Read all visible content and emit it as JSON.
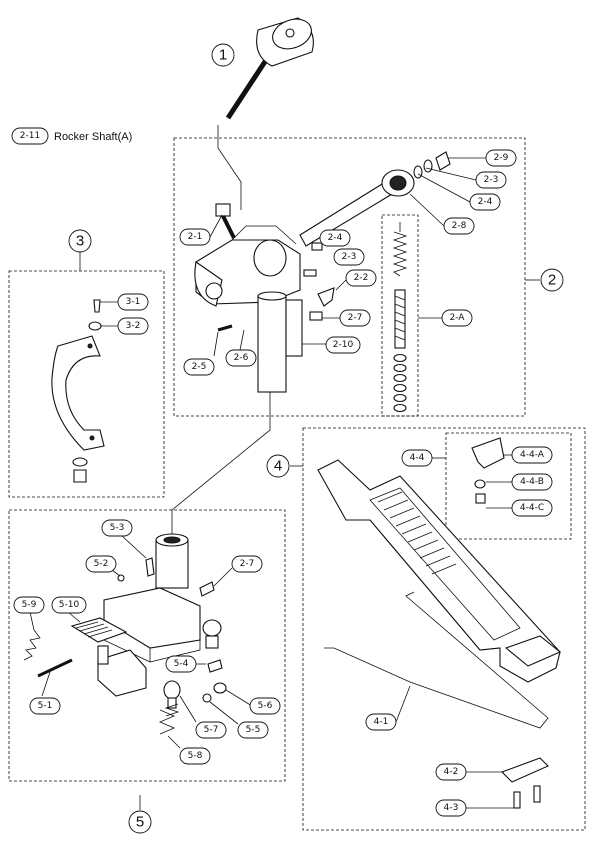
{
  "note": {
    "tag": "2-11",
    "text": "Rocker Shaft(A)"
  },
  "groups": {
    "g1": "1",
    "g2": "2",
    "g3": "3",
    "g4": "4",
    "g5": "5"
  },
  "labels": {
    "l21": "2-1",
    "l22": "2-2",
    "l23": "2-3",
    "l23b": "2-3",
    "l24": "2-4",
    "l24b": "2-4",
    "l25": "2-5",
    "l26": "2-6",
    "l27": "2-7",
    "l28": "2-8",
    "l29": "2-9",
    "l210": "2-10",
    "l2a": "2-A",
    "l31": "3-1",
    "l32": "3-2",
    "l44": "4-4",
    "l44a": "4-4-A",
    "l44b": "4-4-B",
    "l44c": "4-4-C",
    "l41": "4-1",
    "l42": "4-2",
    "l43": "4-3",
    "l53": "5-3",
    "l52": "5-2",
    "l27b": "2-7",
    "l59": "5-9",
    "l510": "5-10",
    "l54": "5-4",
    "l56": "5-6",
    "l51": "5-1",
    "l57": "5-7",
    "l55": "5-5",
    "l58": "5-8"
  }
}
